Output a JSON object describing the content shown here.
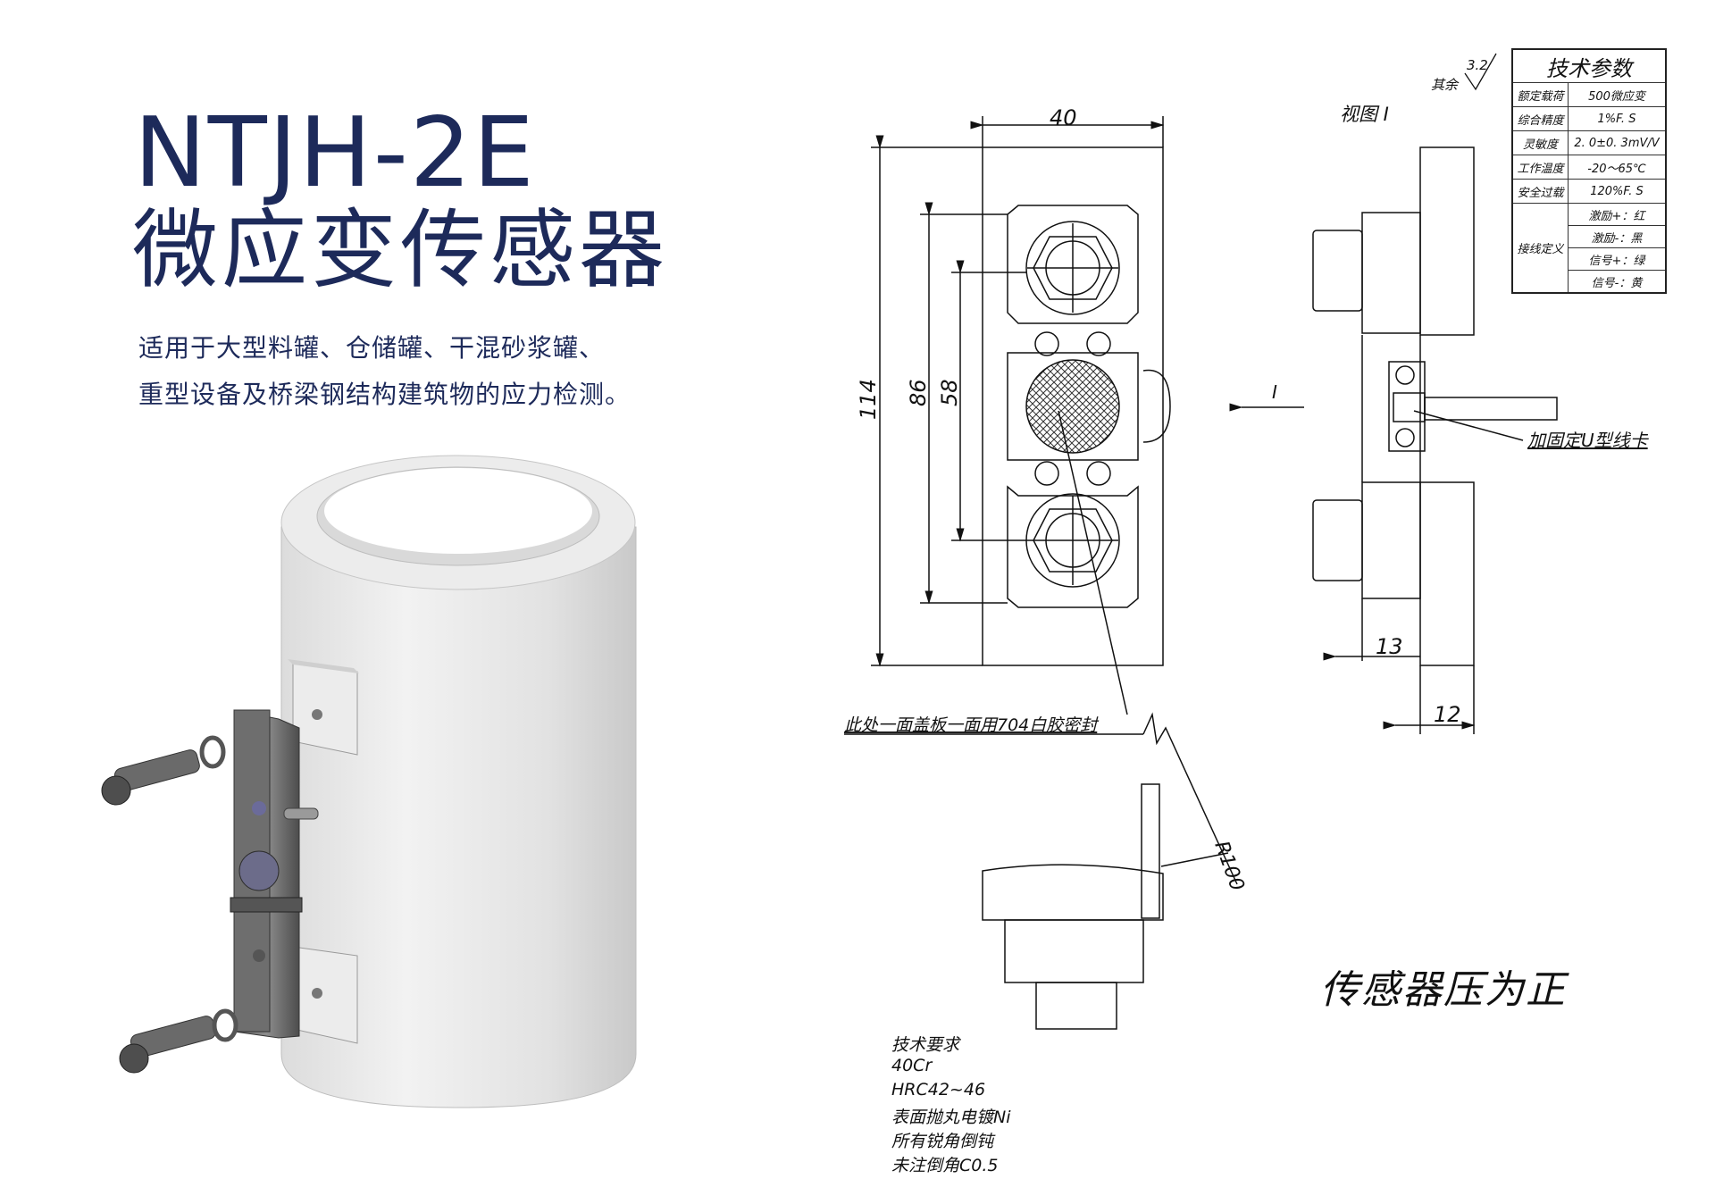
{
  "header": {
    "model": "NTJH-2E",
    "subtitle": "微应变传感器",
    "desc_line1": "适用于大型料罐、仓储罐、干混砂浆罐、",
    "desc_line2": "重型设备及桥梁钢结构建筑物的应力检测。"
  },
  "drawing": {
    "dim_width": "40",
    "dim_total": "114",
    "dim_86": "86",
    "dim_58": "58",
    "dim_13": "13",
    "dim_12": "12",
    "radius": "R100",
    "view_label": "视图 I",
    "view_arrow": "I",
    "roughness_value": "3.2",
    "roughness_label": "其余",
    "u_clip_note": "加固定U型线卡",
    "seal_note": "此处一面盖板一面用704白胶密封",
    "sign_note": "传感器压为正"
  },
  "spec_table": {
    "title": "技术参数",
    "rows": [
      {
        "label": "额定载荷",
        "value": "500微应变"
      },
      {
        "label": "综合精度",
        "value": "1%F. S"
      },
      {
        "label": "灵敏度",
        "value": "2. 0±0. 3mV/V"
      },
      {
        "label": "工作温度",
        "value": "-20～65℃"
      },
      {
        "label": "安全过载",
        "value": "120%F. S"
      }
    ],
    "wiring_label": "接线定义",
    "wiring": [
      "激励+：红",
      "激励-：黑",
      "信号+：绿",
      "信号-：黄"
    ]
  },
  "tech_requirements": {
    "title": "技术要求",
    "lines": [
      "40Cr",
      "HRC42~46",
      "表面抛丸电镀Ni",
      "所有锐角倒钝",
      "未注倒角C0.5"
    ]
  }
}
